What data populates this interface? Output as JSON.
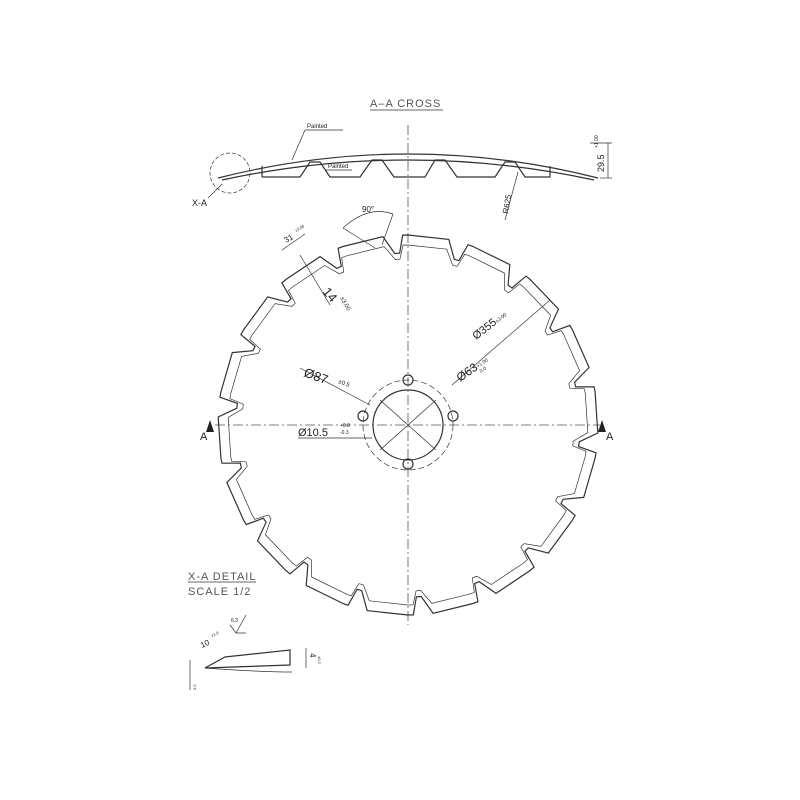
{
  "cross_section": {
    "title": "A–A CROSS",
    "painted_top": "Painted",
    "painted_bottom": "Painted",
    "detail_ref": "X-A",
    "radius": "R625",
    "height": "29.5",
    "height_tol": "+1.00"
  },
  "plan_view": {
    "angle": "90°",
    "notch_width": "31",
    "notch_width_tol": "±3.00",
    "notch_depth": "14",
    "notch_depth_tol": "±3.00",
    "outer_diameter": "Ø355",
    "outer_diameter_tol": "±3.00",
    "bolt_circle": "Ø87",
    "bolt_circle_tol": "±0.5",
    "center_hole": "Ø63",
    "center_hole_tol_upper": "+1.00",
    "center_hole_tol_lower": "0.0",
    "bolt_hole": "Ø10.5",
    "bolt_hole_tol_upper": "+0.8",
    "bolt_hole_tol_lower": "-0.3",
    "section_left": "A",
    "section_right": "A",
    "notch_count": 18
  },
  "detail": {
    "title": "X-A DETAIL",
    "scale": "SCALE 1/2",
    "bevel": "10",
    "bevel_tol": "±1.5",
    "roughness": "6.3",
    "thickness": "4",
    "thickness_tol": "±0.2",
    "edge": "0.5"
  }
}
